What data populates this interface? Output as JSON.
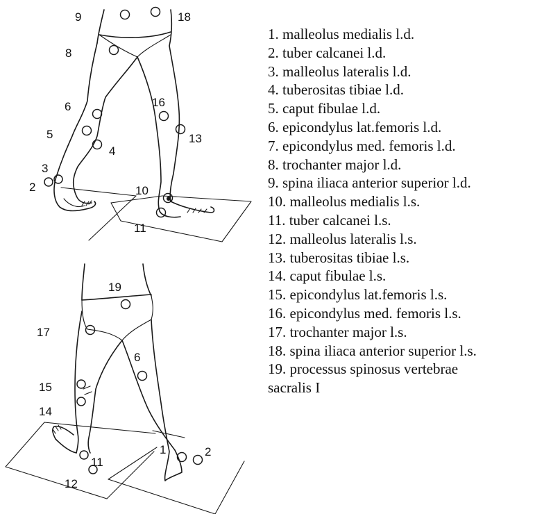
{
  "markers": {
    "top_figure": [
      "9",
      "18",
      "8",
      "6",
      "5",
      "4",
      "3",
      "2",
      "16",
      "13",
      "10",
      "11"
    ],
    "bottom_figure": [
      "19",
      "17",
      "6",
      "15",
      "14",
      "1",
      "2",
      "11",
      "12"
    ]
  },
  "legend": [
    "1. malleolus medialis l.d.",
    "2. tuber calcanei l.d.",
    "3. malleolus lateralis l.d.",
    "4. tuberositas tibiae l.d.",
    "5. caput fibulae l.d.",
    "6. epicondylus lat.femoris l.d.",
    "7. epicondylus med. femoris l.d.",
    "8. trochanter major l.d.",
    "9. spina iliaca anterior superior l.d.",
    "10. malleolus medialis l.s.",
    "11. tuber calcanei l.s.",
    "12. malleolus lateralis l.s.",
    "13. tuberositas tibiae l.s.",
    "14. caput fibulae l.s.",
    "15. epicondylus lat.femoris l.s.",
    "16. epicondylus med. femoris l.s.",
    "17. trochanter major l.s.",
    "18. spina iliaca anterior superior l.s.",
    "19. processus spinosus vertebrae",
    "sacralis I"
  ]
}
